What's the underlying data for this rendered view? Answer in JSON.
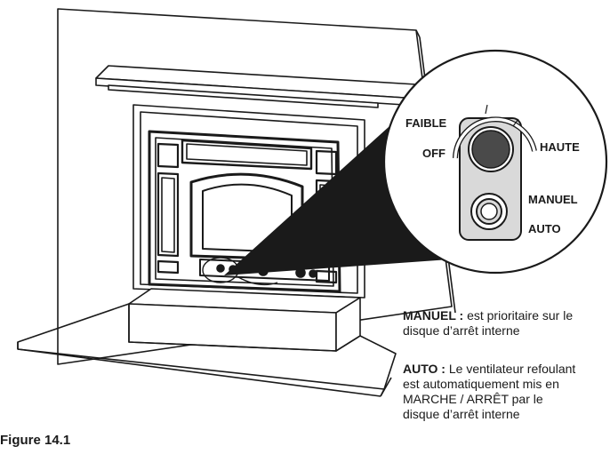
{
  "control_labels": {
    "faible": "FAIBLE",
    "off": "OFF",
    "haute": "HAUTE",
    "manuel": "MANUEL",
    "auto": "AUTO"
  },
  "notes": {
    "manuel_term": "MANUEL :",
    "manuel_text": " est prioritaire sur le disque d’arrêt interne",
    "auto_term": "AUTO :",
    "auto_text": " Le ventilateur refoulant est automatiquement mis en MARCHE / ARRÊT par le disque d’arrêt interne"
  },
  "figure_label": "Figure 14.1",
  "colors": {
    "line": "#1a1a1a",
    "callout": "#1a1a1a",
    "panel": "#d9d9d9",
    "knob": "#4a4a4a"
  }
}
